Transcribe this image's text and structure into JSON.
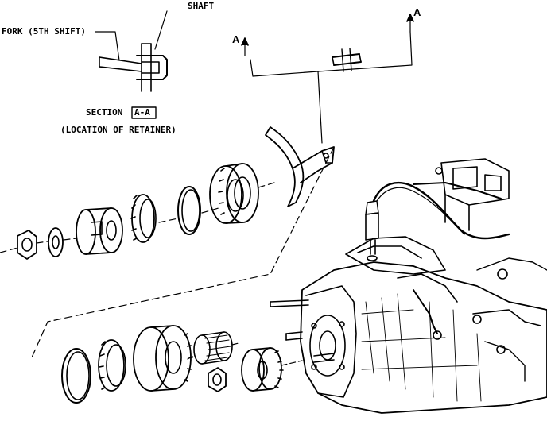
{
  "labels": {
    "shaft": "SHAFT",
    "fork": "FORK (5TH SHIFT)",
    "section_word": "SECTION",
    "section_id": "A-A",
    "location": "(LOCATION OF RETAINER)",
    "marker_a_left": "A",
    "marker_a_right": "A"
  },
  "colors": {
    "ink": "#000000",
    "paper": "#ffffff"
  }
}
